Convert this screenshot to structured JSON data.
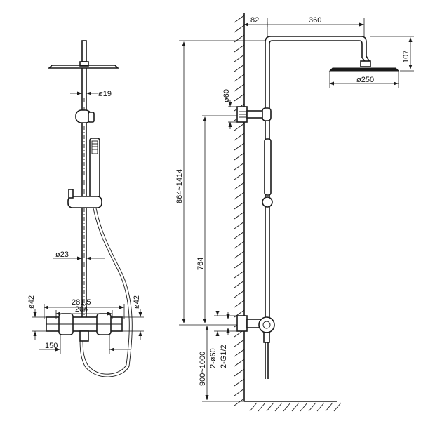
{
  "front_view": {
    "labels": {
      "rod_diameter": "ø19",
      "pipe_diameter": "ø23",
      "mixer_width_outer": "281.5",
      "mixer_width_inner": "204",
      "mixer_height_left": "ø42",
      "mixer_height_right": "ø42",
      "inlet_spacing": "150"
    }
  },
  "side_view": {
    "labels": {
      "wall_offset": "82",
      "arm_length": "360",
      "head_height": "107",
      "head_diameter": "ø250",
      "bracket_diameter": "ø60",
      "total_height": "864~1414",
      "rail_height": "764",
      "outlet_diameter": "2-ø60",
      "thread_size": "2-G1/2",
      "install_height": "900~1000"
    }
  }
}
